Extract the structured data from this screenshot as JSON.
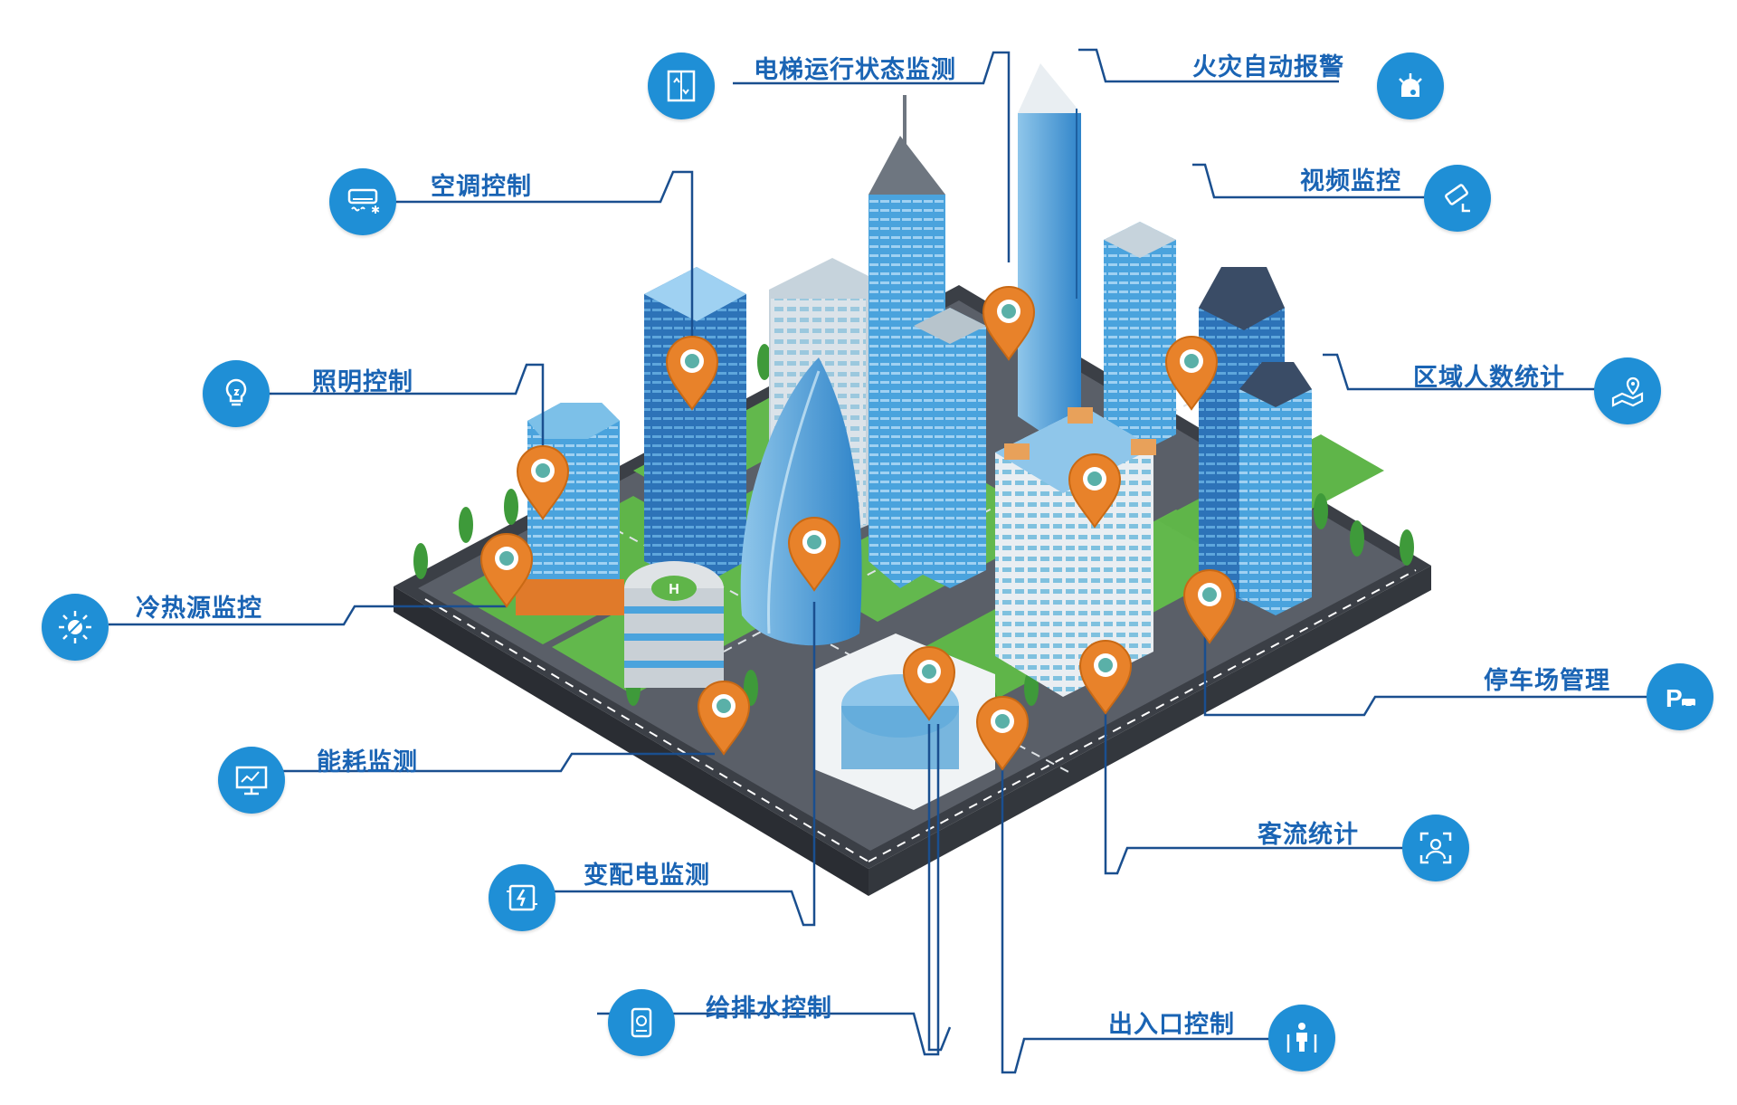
{
  "labels": {
    "elevator": "电梯运行状态监测",
    "fire": "火灾自动报警",
    "ac": "空调控制",
    "video": "视频监控",
    "lighting": "照明控制",
    "area_count": "区域人数统计",
    "hvac_source": "冷热源监控",
    "parking": "停车场管理",
    "energy": "能耗监测",
    "flow": "客流统计",
    "power": "变配电监测",
    "water": "给排水控制",
    "entrance": "出入口控制"
  },
  "colors": {
    "label_text": "#1a64b4",
    "icon_circle": "#1f8fd6",
    "connector": "#1a4f8f",
    "pin": "#e8822a",
    "road": "#4a4f57",
    "grass": "#5fb549",
    "glass": "#4aa3dd"
  },
  "icons": [
    "elevator-icon",
    "fire-alarm-icon",
    "air-conditioner-icon",
    "camera-icon",
    "light-bulb-icon",
    "map-pin-icon",
    "snowflake-sun-icon",
    "parking-car-icon",
    "monitor-chart-icon",
    "face-scan-icon",
    "power-switch-icon",
    "water-meter-icon",
    "turnstile-person-icon"
  ]
}
